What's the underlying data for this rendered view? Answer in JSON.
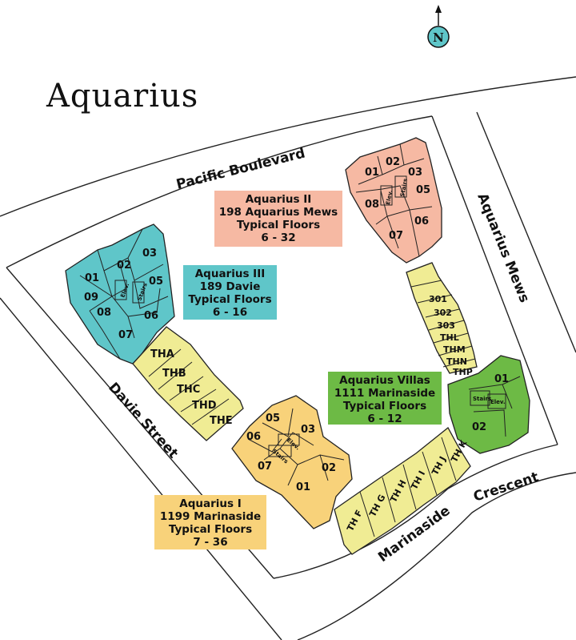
{
  "title": "Aquarius",
  "compass": {
    "letter": "N",
    "icon": "north-arrow-icon"
  },
  "streets": {
    "pacific": "Pacific Boulevard",
    "mews": "Aquarius Mews",
    "davie": "Davie Street",
    "marinaside": "Marinaside",
    "crescent": "Crescent"
  },
  "buildings": {
    "aquarius_1": {
      "lines": [
        "Aquarius I",
        "1199 Marinaside",
        "Typical Floors",
        "7 - 36"
      ],
      "color": "#f8d27a",
      "units": [
        "05",
        "06",
        "03",
        "07",
        "02",
        "01"
      ],
      "core": [
        "Elev.",
        "Stairs"
      ]
    },
    "aquarius_2": {
      "lines": [
        "Aquarius II",
        "198 Aquarius Mews",
        "Typical Floors",
        "6 - 32"
      ],
      "color": "#f6b9a3",
      "units": [
        "01",
        "02",
        "03",
        "05",
        "08",
        "06",
        "07"
      ],
      "core": [
        "Elev.",
        "Stairs"
      ]
    },
    "aquarius_3": {
      "lines": [
        "Aquarius III",
        "189 Davie",
        "Typical Floors",
        "6 - 16"
      ],
      "color": "#5fc6c9",
      "units": [
        "02",
        "03",
        "01",
        "05",
        "09",
        "08",
        "06",
        "07"
      ],
      "core": [
        "Elev.",
        "Stairs"
      ]
    },
    "villas": {
      "lines": [
        "Aquarius Villas",
        "1111 Marinaside",
        "Typical Floors",
        "6 - 12"
      ],
      "color": "#6dba45",
      "units": [
        "01",
        "02"
      ],
      "core": [
        "Stairs",
        "Elev."
      ]
    }
  },
  "townhouses": {
    "west": [
      "THA",
      "THB",
      "THC",
      "THD",
      "THE"
    ],
    "east": [
      "301",
      "302",
      "303",
      "THL",
      "THM",
      "THN",
      "THP"
    ],
    "south": [
      "TH F",
      "TH G",
      "TH H",
      "TH I",
      "TH J",
      "TH K"
    ],
    "color": "#f0ec94"
  }
}
